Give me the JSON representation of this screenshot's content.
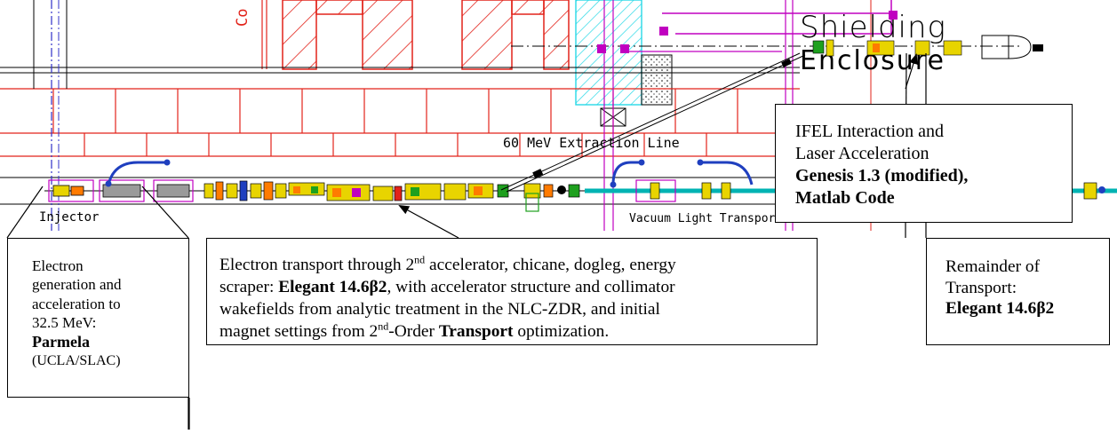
{
  "drawing": {
    "enclosure_label_line1": "Shielding",
    "enclosure_label_line2": "Enclosure",
    "extraction_line_label": "60 MeV Extraction Line",
    "injector_label": "Injector",
    "vacuum_label": "Vacuum Light Transport",
    "corner_label": "Co",
    "colors": {
      "wall_red": "#e2231a",
      "beam_blue": "#1f3fbf",
      "beam_cyan": "#00b3b3",
      "magnet_yellow": "#e8d400",
      "magnet_orange": "#ff7b00",
      "magenta": "#c000c0",
      "cyan_hatch": "#27d8e6",
      "green": "#1ea01e",
      "axis_blue": "#3030c8"
    }
  },
  "box_electron_gen": {
    "line1": "Electron",
    "line2": "generation and",
    "line3": "acceleration to",
    "line4": "32.5 MeV:",
    "code": "Parmela",
    "affil": "(UCLA/SLAC)"
  },
  "box_transport": {
    "t1": "Electron transport through 2",
    "t1_sup": "nd",
    "t2": " accelerator, chicane, dogleg, energy",
    "t3": "scraper: ",
    "code1": "Elegant 14.6β2",
    "t4": ", with accelerator structure and collimator",
    "t5": "wakefields from analytic treatment in the NLC-ZDR, and initial",
    "t6": "magnet settings from 2",
    "t6_sup": "nd",
    "t7": "-Order ",
    "code2": "Transport",
    "t8": " optimization."
  },
  "box_ifel": {
    "line1": "IFEL Interaction and",
    "line2": "Laser Acceleration",
    "code1": "Genesis 1.3 (modified),",
    "code2": "Matlab Code"
  },
  "box_remainder": {
    "line1": "Remainder of",
    "line2": "Transport:",
    "code": "Elegant 14.6β2"
  }
}
